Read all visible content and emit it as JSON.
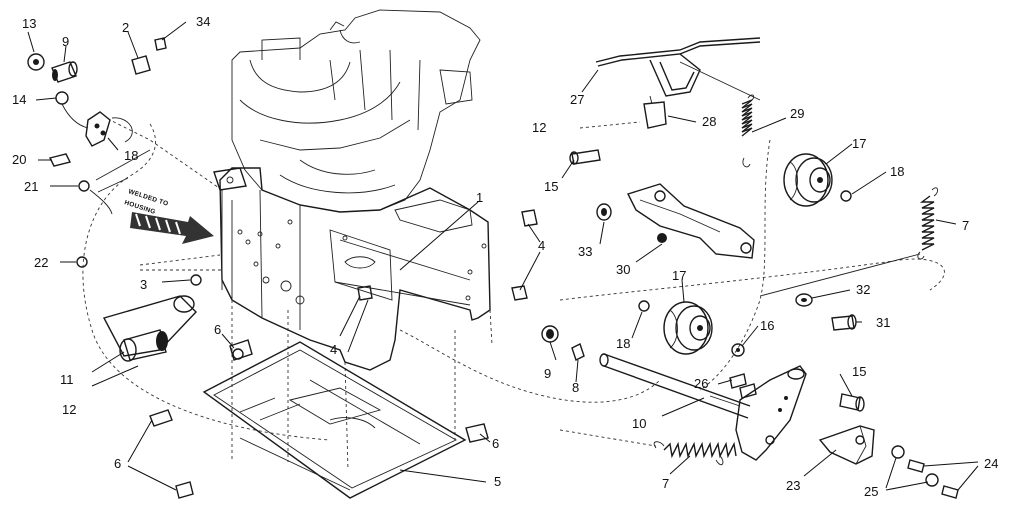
{
  "figure": {
    "welded_note": [
      "WELDED TO",
      "HOUSING"
    ]
  },
  "callouts": [
    {
      "id": "c13",
      "text": "13"
    },
    {
      "id": "c9a",
      "text": "9"
    },
    {
      "id": "c2",
      "text": "2"
    },
    {
      "id": "c34",
      "text": "34"
    },
    {
      "id": "c14",
      "text": "14"
    },
    {
      "id": "c18a",
      "text": "18"
    },
    {
      "id": "c20",
      "text": "20"
    },
    {
      "id": "c21",
      "text": "21"
    },
    {
      "id": "c22",
      "text": "22"
    },
    {
      "id": "c3",
      "text": "3"
    },
    {
      "id": "c1",
      "text": "1"
    },
    {
      "id": "c4a",
      "text": "4"
    },
    {
      "id": "c4b",
      "text": "4"
    },
    {
      "id": "c6a",
      "text": "6"
    },
    {
      "id": "c11",
      "text": "11"
    },
    {
      "id": "c12a",
      "text": "12"
    },
    {
      "id": "c6b",
      "text": "6"
    },
    {
      "id": "c6c",
      "text": "6"
    },
    {
      "id": "c5",
      "text": "5"
    },
    {
      "id": "c27",
      "text": "27"
    },
    {
      "id": "c12b",
      "text": "12"
    },
    {
      "id": "c28",
      "text": "28"
    },
    {
      "id": "c29",
      "text": "29"
    },
    {
      "id": "c17a",
      "text": "17"
    },
    {
      "id": "c18b",
      "text": "18"
    },
    {
      "id": "c15a",
      "text": "15"
    },
    {
      "id": "c33",
      "text": "33"
    },
    {
      "id": "c30",
      "text": "30"
    },
    {
      "id": "c7a",
      "text": "7"
    },
    {
      "id": "c32",
      "text": "32"
    },
    {
      "id": "c17b",
      "text": "17"
    },
    {
      "id": "c18c",
      "text": "18"
    },
    {
      "id": "c16",
      "text": "16"
    },
    {
      "id": "c31",
      "text": "31"
    },
    {
      "id": "c9b",
      "text": "9"
    },
    {
      "id": "c8",
      "text": "8"
    },
    {
      "id": "c26",
      "text": "26"
    },
    {
      "id": "c15b",
      "text": "15"
    },
    {
      "id": "c10",
      "text": "10"
    },
    {
      "id": "c7b",
      "text": "7"
    },
    {
      "id": "c23",
      "text": "23"
    },
    {
      "id": "c24",
      "text": "24"
    },
    {
      "id": "c25",
      "text": "25"
    }
  ]
}
